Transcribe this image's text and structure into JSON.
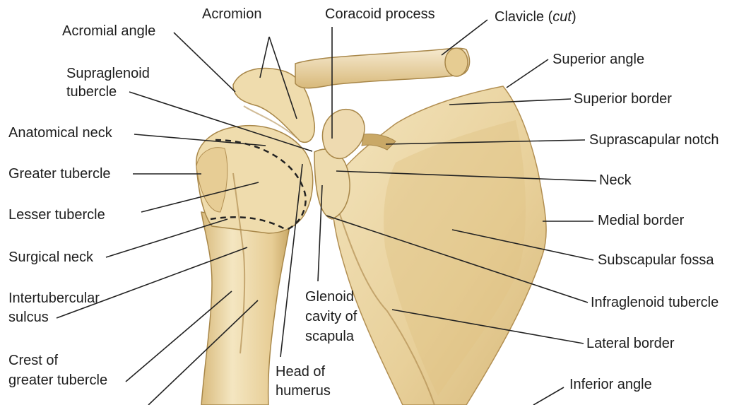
{
  "labels": {
    "acromial_angle": "Acromial angle",
    "acromion": "Acromion",
    "coracoid_process": "Coracoid process",
    "clavicle": "Clavicle (",
    "clavicle_cut": "cut",
    "clavicle_close": ")",
    "supraglenoid_1": "Supraglenoid",
    "supraglenoid_2": "tubercle",
    "superior_angle": "Superior angle",
    "superior_border": "Superior border",
    "anatomical_neck": "Anatomical neck",
    "suprascapular_notch": "Suprascapular notch",
    "greater_tubercle": "Greater tubercle",
    "neck": "Neck",
    "lesser_tubercle": "Lesser tubercle",
    "medial_border": "Medial border",
    "surgical_neck": "Surgical neck",
    "subscapular_fossa": "Subscapular fossa",
    "intertubercular_1": "Intertubercular",
    "intertubercular_2": "sulcus",
    "glenoid_1": "Glenoid",
    "glenoid_2": "cavity of",
    "glenoid_3": "scapula",
    "infraglenoid_tubercle": "Infraglenoid tubercle",
    "lateral_border": "Lateral border",
    "crest_1": "Crest of",
    "crest_2": "greater tubercle",
    "head_1": "Head of",
    "head_2": "humerus",
    "inferior_angle": "Inferior angle"
  },
  "colors": {
    "bone_light": "#f1e0b4",
    "bone_mid": "#e3c98e",
    "bone_shadow": "#c9a866",
    "bone_outline": "#9c7b45",
    "leader": "#222222"
  }
}
